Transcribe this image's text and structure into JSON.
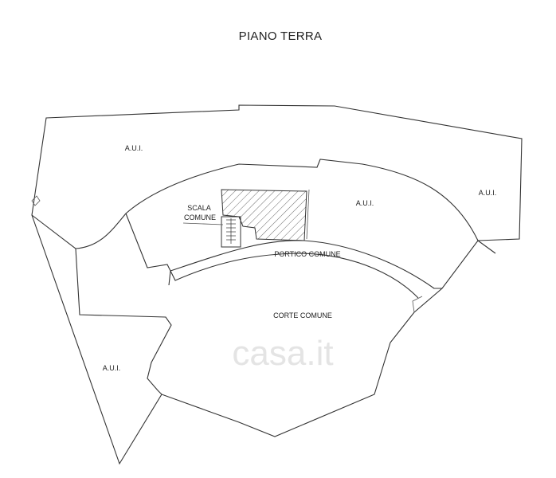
{
  "title": "PIANO TERRA",
  "labels": {
    "aui_top": "A.U.I.",
    "aui_center": "A.U.I.",
    "aui_right": "A.U.I.",
    "aui_left": "A.U.I.",
    "scala_line1": "SCALA",
    "scala_line2": "COMUNE",
    "portico": "PORTICO COMUNE",
    "corte": "CORTE COMUNE"
  },
  "watermark": "casa.it",
  "colors": {
    "lines": "#333333",
    "background": "#ffffff",
    "watermark": "#cfcfcf"
  }
}
